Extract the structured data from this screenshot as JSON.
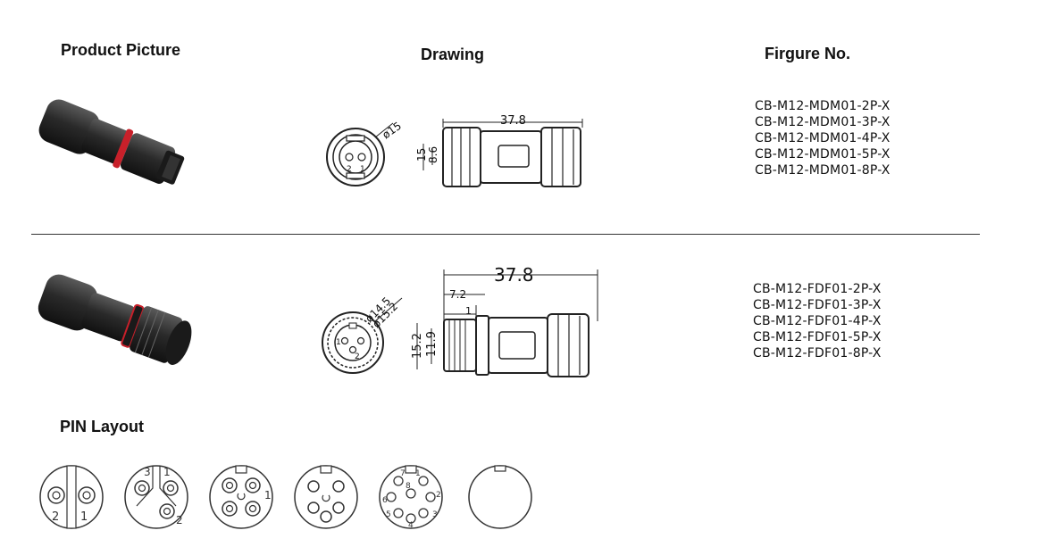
{
  "headers": {
    "product_picture": "Product Picture",
    "drawing": "Drawing",
    "figure_no": "Firgure No.",
    "pin_layout": "PIN Layout"
  },
  "row1": {
    "part_numbers": [
      "CB-M12-MDM01-2P-X",
      "CB-M12-MDM01-3P-X",
      "CB-M12-MDM01-4P-X",
      "CB-M12-MDM01-5P-X",
      "CB-M12-MDM01-8P-X"
    ],
    "dims": {
      "diameter": "ø15",
      "length": "37.8",
      "height_outer": "15",
      "height_inner": "8.6"
    },
    "face_pins": [
      "2",
      "1"
    ]
  },
  "row2": {
    "part_numbers": [
      "CB-M12-FDF01-2P-X",
      "CB-M12-FDF01-3P-X",
      "CB-M12-FDF01-4P-X",
      "CB-M12-FDF01-5P-X",
      "CB-M12-FDF01-8P-X"
    ],
    "dims": {
      "diameter_a": "ø14.5",
      "diameter_b": "ø15.2",
      "length": "37.8",
      "offset": "7.2",
      "step": "1",
      "height_outer": "15.2",
      "height_inner": "11.9"
    },
    "face_pins": [
      "1",
      "2"
    ]
  },
  "pin_layouts": [
    {
      "pins": 2,
      "labels": [
        "2",
        "1"
      ]
    },
    {
      "pins": 3,
      "labels": [
        "3",
        "1",
        "2"
      ]
    },
    {
      "pins": 4,
      "labels": [
        "1"
      ]
    },
    {
      "pins": 5,
      "labels": []
    },
    {
      "pins": 8,
      "labels": [
        "7",
        "1",
        "8",
        "2",
        "6",
        "3",
        "5",
        "4"
      ]
    },
    {
      "pins": 0,
      "labels": []
    }
  ],
  "colors": {
    "connector_body": "#2b2b2b",
    "accent_ring": "#c8202a",
    "line": "#333333"
  }
}
